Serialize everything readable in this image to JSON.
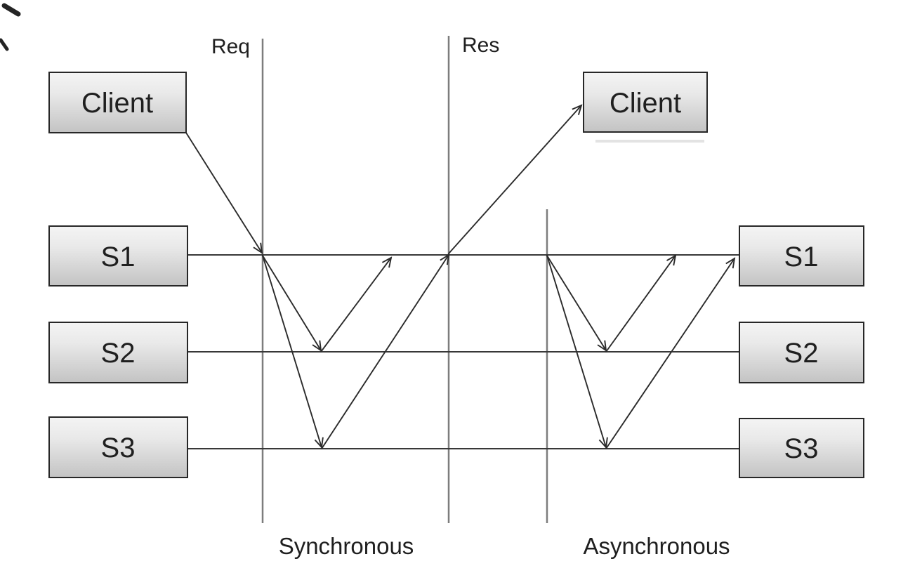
{
  "diagram": {
    "type": "sequence-comparison",
    "labels": {
      "req": "Req",
      "res": "Res",
      "synchronous": "Synchronous",
      "asynchronous": "Asynchronous"
    },
    "nodes": {
      "client_left": "Client",
      "client_right": "Client",
      "s1_left": "S1",
      "s2_left": "S2",
      "s3_left": "S3",
      "s1_right": "S1",
      "s2_right": "S2",
      "s3_right": "S3"
    },
    "edges": [
      {
        "section": "synchronous",
        "from": "Client",
        "to": "S1"
      },
      {
        "section": "synchronous",
        "from": "S1",
        "to": "S2"
      },
      {
        "section": "synchronous",
        "from": "S2",
        "to": "S1"
      },
      {
        "section": "synchronous",
        "from": "S1",
        "to": "S3"
      },
      {
        "section": "synchronous",
        "from": "S3",
        "to": "S1"
      },
      {
        "section": "synchronous",
        "from": "S1",
        "to": "Client"
      },
      {
        "section": "asynchronous",
        "from": "S1",
        "to": "S2"
      },
      {
        "section": "asynchronous",
        "from": "S2",
        "to": "S1"
      },
      {
        "section": "asynchronous",
        "from": "S1",
        "to": "S3"
      },
      {
        "section": "asynchronous",
        "from": "S3",
        "to": "S1"
      }
    ],
    "colors": {
      "background": "#ffffff",
      "box_fill_top": "#f4f4f4",
      "box_fill_bottom": "#c3c3c3",
      "box_border": "#272727",
      "lifeline": "#383838",
      "guide_line": "#7d7d7d",
      "arrow": "#2b2b2b",
      "text": "#1f1f1f"
    }
  }
}
